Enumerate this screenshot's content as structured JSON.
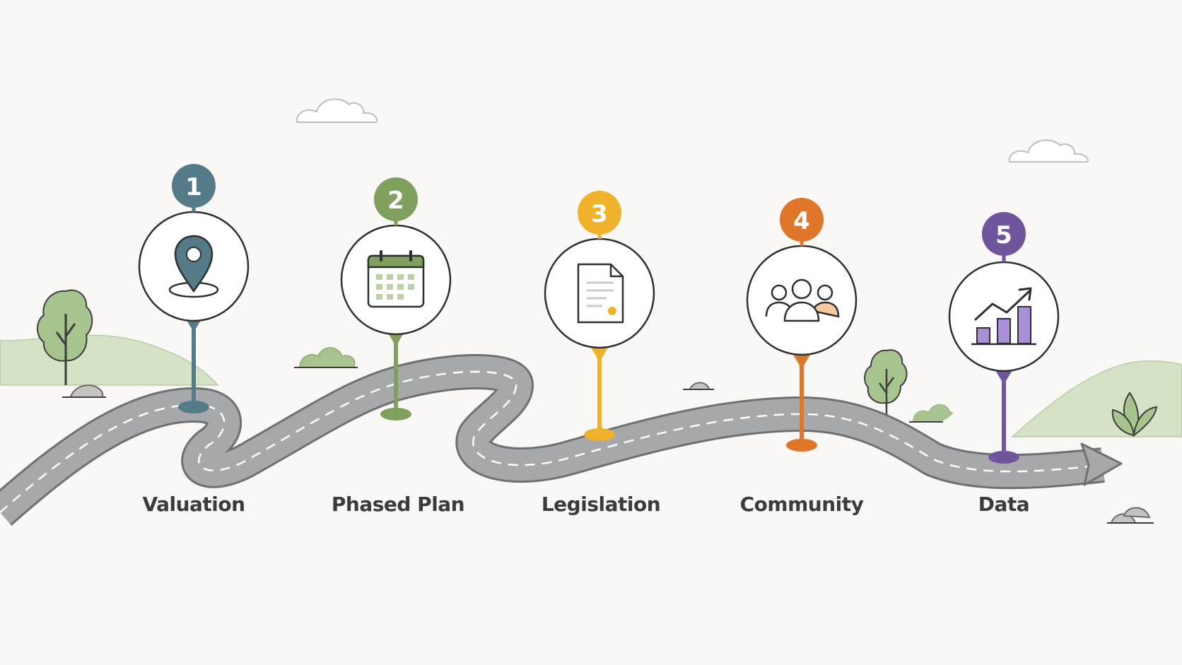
{
  "steps": [
    {
      "number": "1",
      "label": "Valuation",
      "icon": "map-pin-icon",
      "color": "#567b88"
    },
    {
      "number": "2",
      "label": "Phased Plan",
      "icon": "calendar-icon",
      "color": "#7fa15d"
    },
    {
      "number": "3",
      "label": "Legislation",
      "icon": "document-icon",
      "color": "#f0b12b"
    },
    {
      "number": "4",
      "label": "Community",
      "icon": "people-icon",
      "color": "#e0762a"
    },
    {
      "number": "5",
      "label": "Data",
      "icon": "growth-chart-icon",
      "color": "#6e559c"
    }
  ],
  "colors": {
    "road": "#a7a8a9",
    "road_edge": "#6f7072",
    "hill": "#d6e2c6",
    "tree": "#a8c48e",
    "outline": "#2f2f2f"
  }
}
